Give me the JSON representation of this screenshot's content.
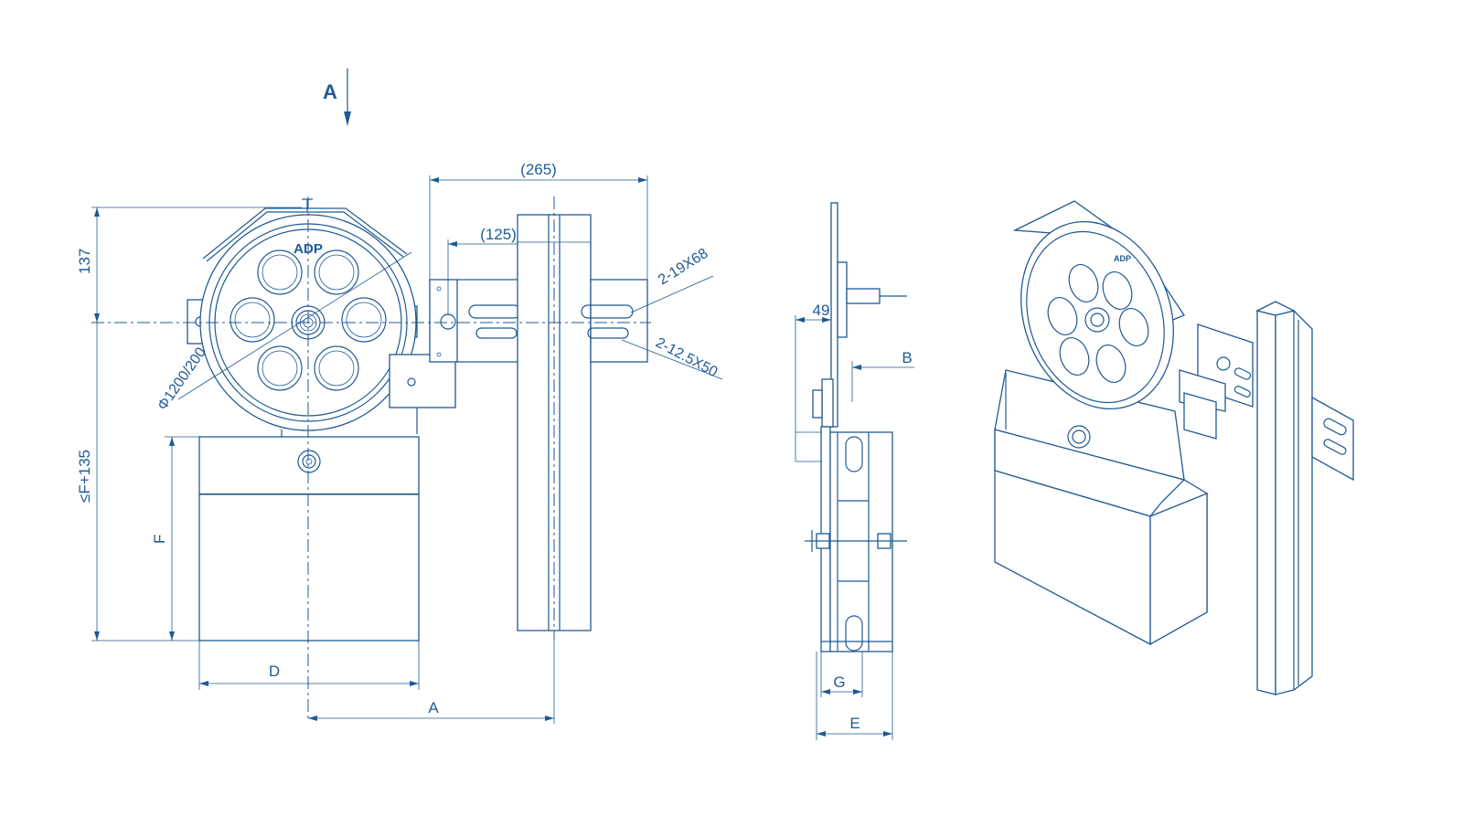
{
  "colors": {
    "line": "#1f5a93",
    "background": "#ffffff"
  },
  "view_label": "A",
  "brand": "ADP",
  "dimensions": {
    "d265": "(265)",
    "d125": "(125)",
    "d137": "137",
    "slot_large": "2-19X68",
    "slot_small": "2-12.5X50",
    "diameter": "Φ1200/200",
    "f135": "≤F+135",
    "f": "F",
    "d": "D",
    "a": "A",
    "d49": "49",
    "b": "B",
    "g": "G",
    "e": "E"
  }
}
